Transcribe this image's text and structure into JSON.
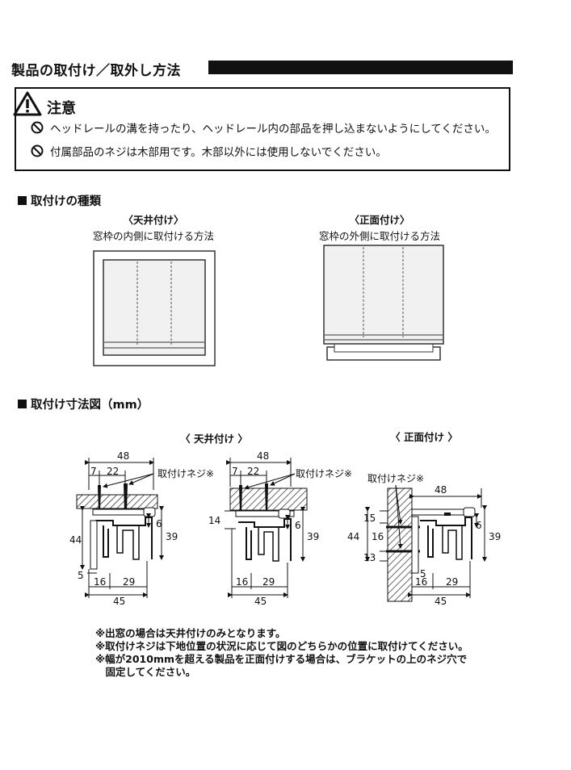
{
  "header": {
    "title": "製品の取付け／取外し方法"
  },
  "caution": {
    "title": "注意",
    "items": [
      "ヘッドレールの溝を持ったり、ヘッドレール内の部品を押し込まないようにしてください。",
      "付属部品のネジは木部用です。木部以外には使用しないでください。"
    ]
  },
  "mount_types": {
    "heading": "取付けの種類",
    "ceiling": {
      "label": "〈天井付け〉",
      "desc": "窓枠の内側に取付ける方法"
    },
    "front": {
      "label": "〈正面付け〉",
      "desc": "窓枠の外側に取付ける方法"
    }
  },
  "dimensions": {
    "heading": "取付け寸法図（mm）",
    "ceiling_label": "〈 天井付け 〉",
    "front_label": "〈 正面付け 〉",
    "screw_label": "取付けネジ※",
    "values": {
      "d48": "48",
      "d7": "7",
      "d22": "22",
      "d44": "44",
      "d6": "6",
      "d39": "39",
      "d5": "5",
      "d16": "16",
      "d29": "29",
      "d45": "45",
      "d14": "14",
      "d15": "15",
      "d13": "13"
    }
  },
  "notes": [
    "※出窓の場合は天井付けのみとなります。",
    "※取付けネジは下地位置の状況に応じて図のどちらかの位置に取付けてください。",
    "※幅が2010mmを超える製品を正面付けする場合は、ブラケットの上のネジ穴で",
    "　固定してください。"
  ]
}
